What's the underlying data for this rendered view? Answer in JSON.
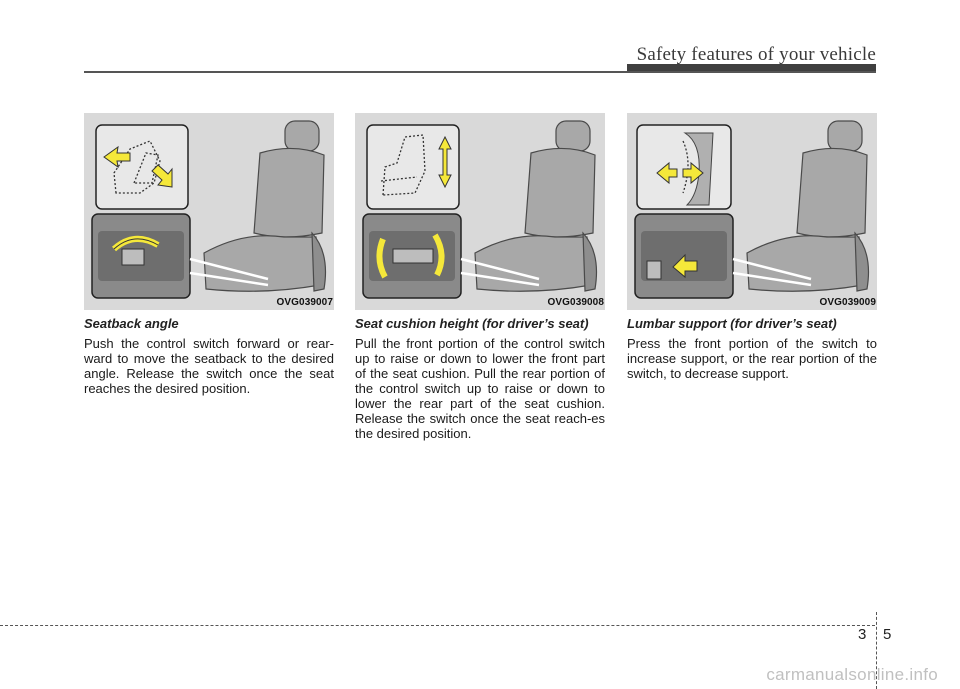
{
  "header": {
    "title": "Safety features of your vehicle"
  },
  "columns": [
    {
      "figure_code": "OVG039007",
      "title": "Seatback angle",
      "body": "Push the control switch forward or rear-ward to move the seatback to the desired angle. Release the switch once the seat reaches the desired position."
    },
    {
      "figure_code": "OVG039008",
      "title": "Seat cushion height (for driver’s seat)",
      "body": "Pull the front portion of the control switch up to raise or down to lower the front part of the seat cushion. Pull the rear portion of the control switch up to raise or down to lower the rear part of the seat cushion. Release the switch once the seat reach-es the desired position."
    },
    {
      "figure_code": "OVG039009",
      "title": "Lumbar support (for driver’s seat)",
      "body": "Press the front portion of the switch to increase support, or the rear portion of the switch, to decrease support."
    }
  ],
  "footer": {
    "chapter": "3",
    "page": "5",
    "watermark": "carmanualsonline.info"
  },
  "colors": {
    "arrow": "#f5e83a",
    "panel": "#d9d9d9",
    "rule": "#3f3f3f"
  }
}
